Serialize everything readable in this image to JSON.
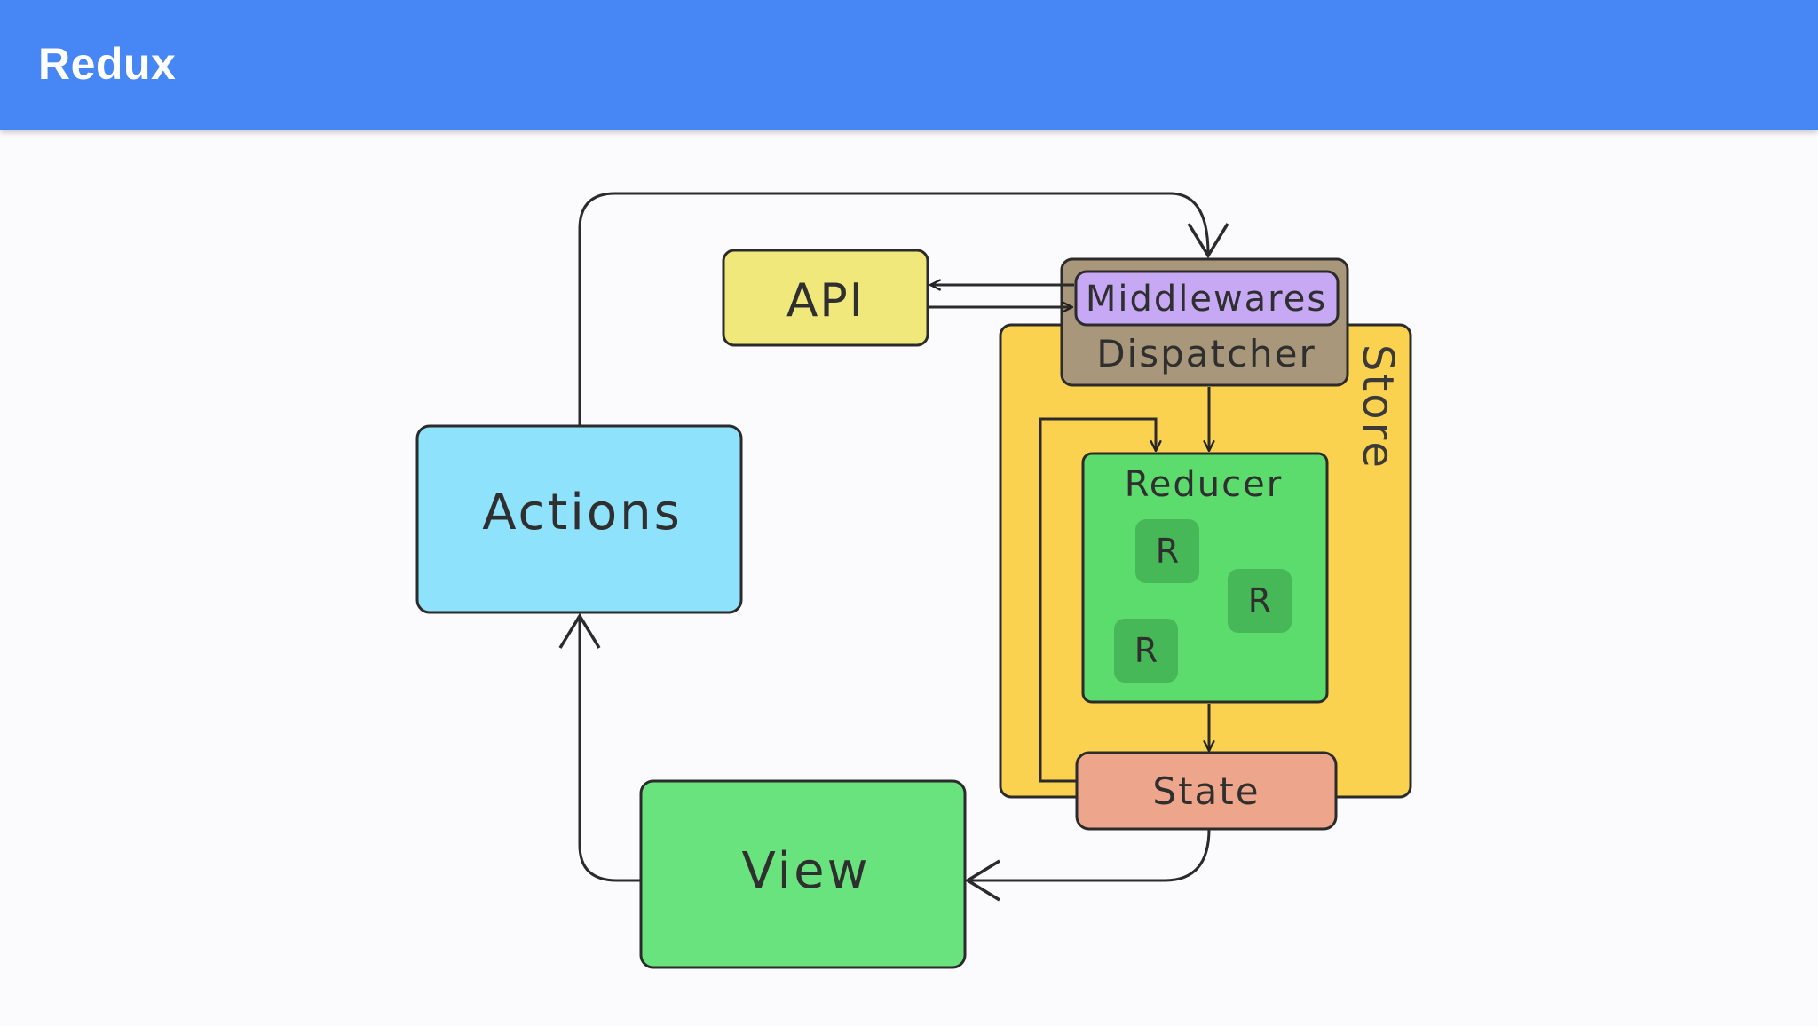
{
  "app_bar": {
    "title": "Redux",
    "color": "#4786f5"
  },
  "diagram": {
    "nodes": {
      "actions": {
        "label": "Actions",
        "color": "#8fe2fb"
      },
      "api": {
        "label": "API",
        "color": "#f1e87c"
      },
      "middlewares": {
        "label": "Middlewares",
        "color": "#c7a8f5"
      },
      "dispatcher": {
        "label": "Dispatcher",
        "color": "#a8977a"
      },
      "store": {
        "label": "Store",
        "color": "#fbd24f"
      },
      "reducer": {
        "label": "Reducer",
        "color": "#5cdc6d"
      },
      "reducer_items": [
        "R",
        "R",
        "R"
      ],
      "state": {
        "label": "State",
        "color": "#eda68c"
      },
      "view": {
        "label": "View",
        "color": "#69e37d"
      }
    }
  }
}
